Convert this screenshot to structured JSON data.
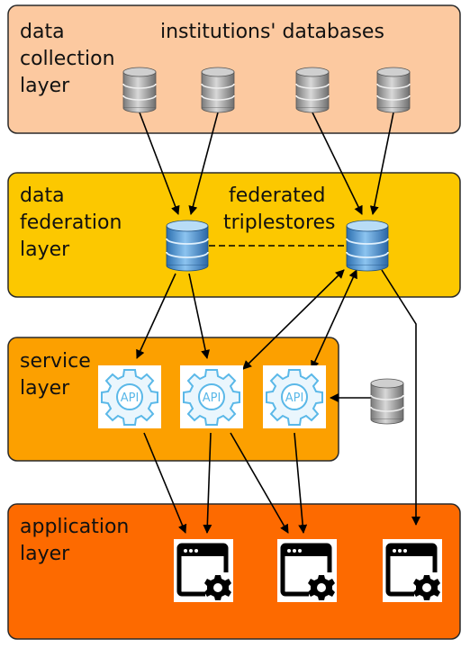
{
  "layers": {
    "collection": {
      "label_lines": [
        "data",
        "collection",
        "layer"
      ],
      "fill": "#fcc9a0"
    },
    "federation": {
      "label_lines": [
        "data",
        "federation",
        "layer"
      ],
      "fill": "#fcc800"
    },
    "service": {
      "label_lines": [
        "service",
        "layer"
      ],
      "fill": "#fca000"
    },
    "application": {
      "label_lines": [
        "application",
        "layer"
      ],
      "fill": "#fd6a00"
    }
  },
  "titles": {
    "institutions_databases": "institutions' databases",
    "federated_triplestores_lines": [
      "federated",
      "triplestores"
    ]
  },
  "api_label": "API",
  "colors": {
    "gray_db": "#9a9a9a",
    "blue_db": "#4a8fd0",
    "gear": "#5ab8e8",
    "app_icon": "#000000",
    "arrow": "#000000"
  }
}
